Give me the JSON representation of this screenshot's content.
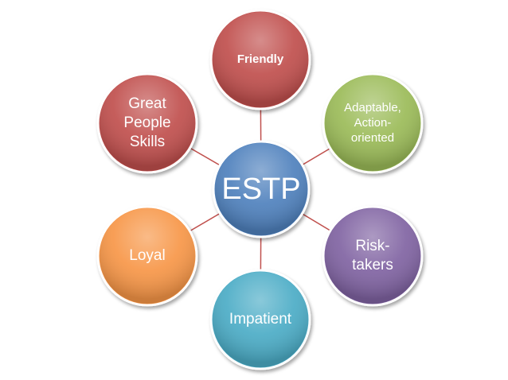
{
  "diagram": {
    "center": {
      "label": "ESTP",
      "color": "#4F81BD"
    },
    "nodes": [
      {
        "id": "friendly",
        "label": "Friendly",
        "lines": [
          "Friendly"
        ],
        "color": "#C0504D",
        "bold": true
      },
      {
        "id": "adaptable",
        "label": "Adaptable, Action-oriented",
        "lines": [
          "Adaptable,",
          "Action-",
          "oriented"
        ],
        "color": "#9BBB59",
        "bold": false
      },
      {
        "id": "risk-takers",
        "label": "Risk-takers",
        "lines": [
          "Risk-",
          "takers"
        ],
        "color": "#8064A2",
        "bold": false
      },
      {
        "id": "impatient",
        "label": "Impatient",
        "lines": [
          "Impatient"
        ],
        "color": "#4BACC6",
        "bold": false
      },
      {
        "id": "loyal",
        "label": "Loyal",
        "lines": [
          "Loyal"
        ],
        "color": "#F79646",
        "bold": false
      },
      {
        "id": "great-people-skills",
        "label": "Great People Skills",
        "lines": [
          "Great",
          "People",
          "Skills"
        ],
        "color": "#C0504D",
        "bold": false
      }
    ],
    "connector_color": "#C0504D"
  }
}
